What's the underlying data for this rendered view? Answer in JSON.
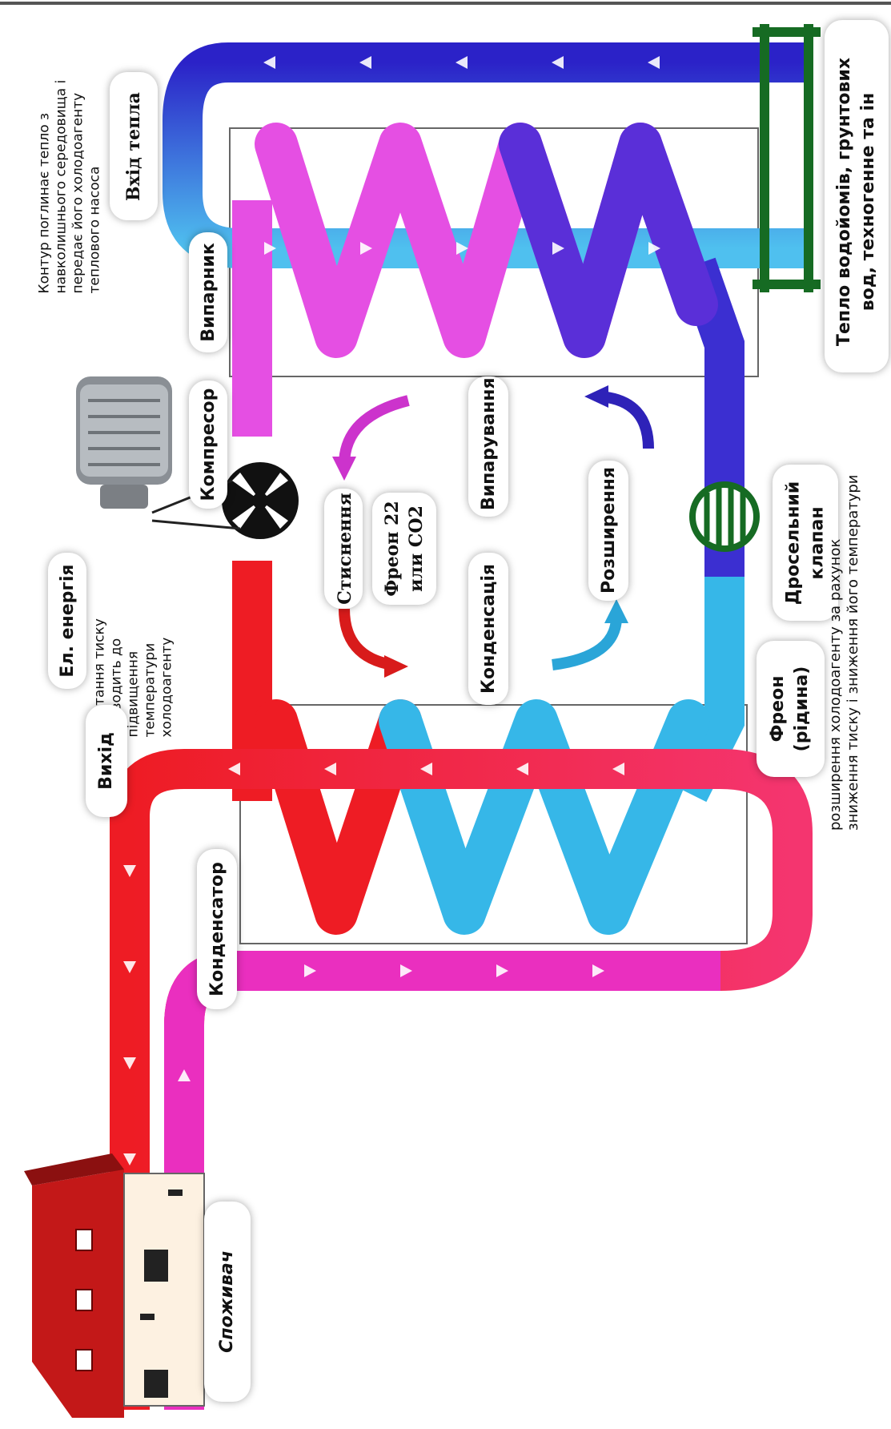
{
  "labels": {
    "heat_input": "Вхід тепла",
    "heat_source": "Тепло водойомів, грунтових\nвод, техногенне та ін",
    "source_loop_note": "Контур поглинає тепло з\nнавколишнього середовища і\nпередає його холодоагенту\nтеплового насоса",
    "evaporator": "Випарник",
    "compressor": "Компресор",
    "electric_energy": "Ел. енергія",
    "compression_note": "зростання тиску\nприводить до\nпідвищення\nтемператури\nхолодоагенту",
    "compression": "Стиснення",
    "refrigerant": "Фреон 22\nили CO2",
    "evaporation": "Випарування",
    "condensation": "Конденсація",
    "expansion": "Розширення",
    "throttle_valve": "Дросельний\nклапан",
    "freon_liquid": "Фреон\n(рідина)",
    "expansion_note": "розширення холодоагенту за рахунок\nзниження тиску і зниження його температури",
    "output": "Вихід",
    "condenser": "Конденсатор",
    "consumer": "Споживач"
  },
  "colors": {
    "hot": "#ee1c24",
    "warm_pink": "#f02aa0",
    "magenta": "#e54fe3",
    "violet": "#7a2bd6",
    "blue": "#3b2fd1",
    "cyan": "#36b7e8",
    "valve_green": "#166b23"
  }
}
